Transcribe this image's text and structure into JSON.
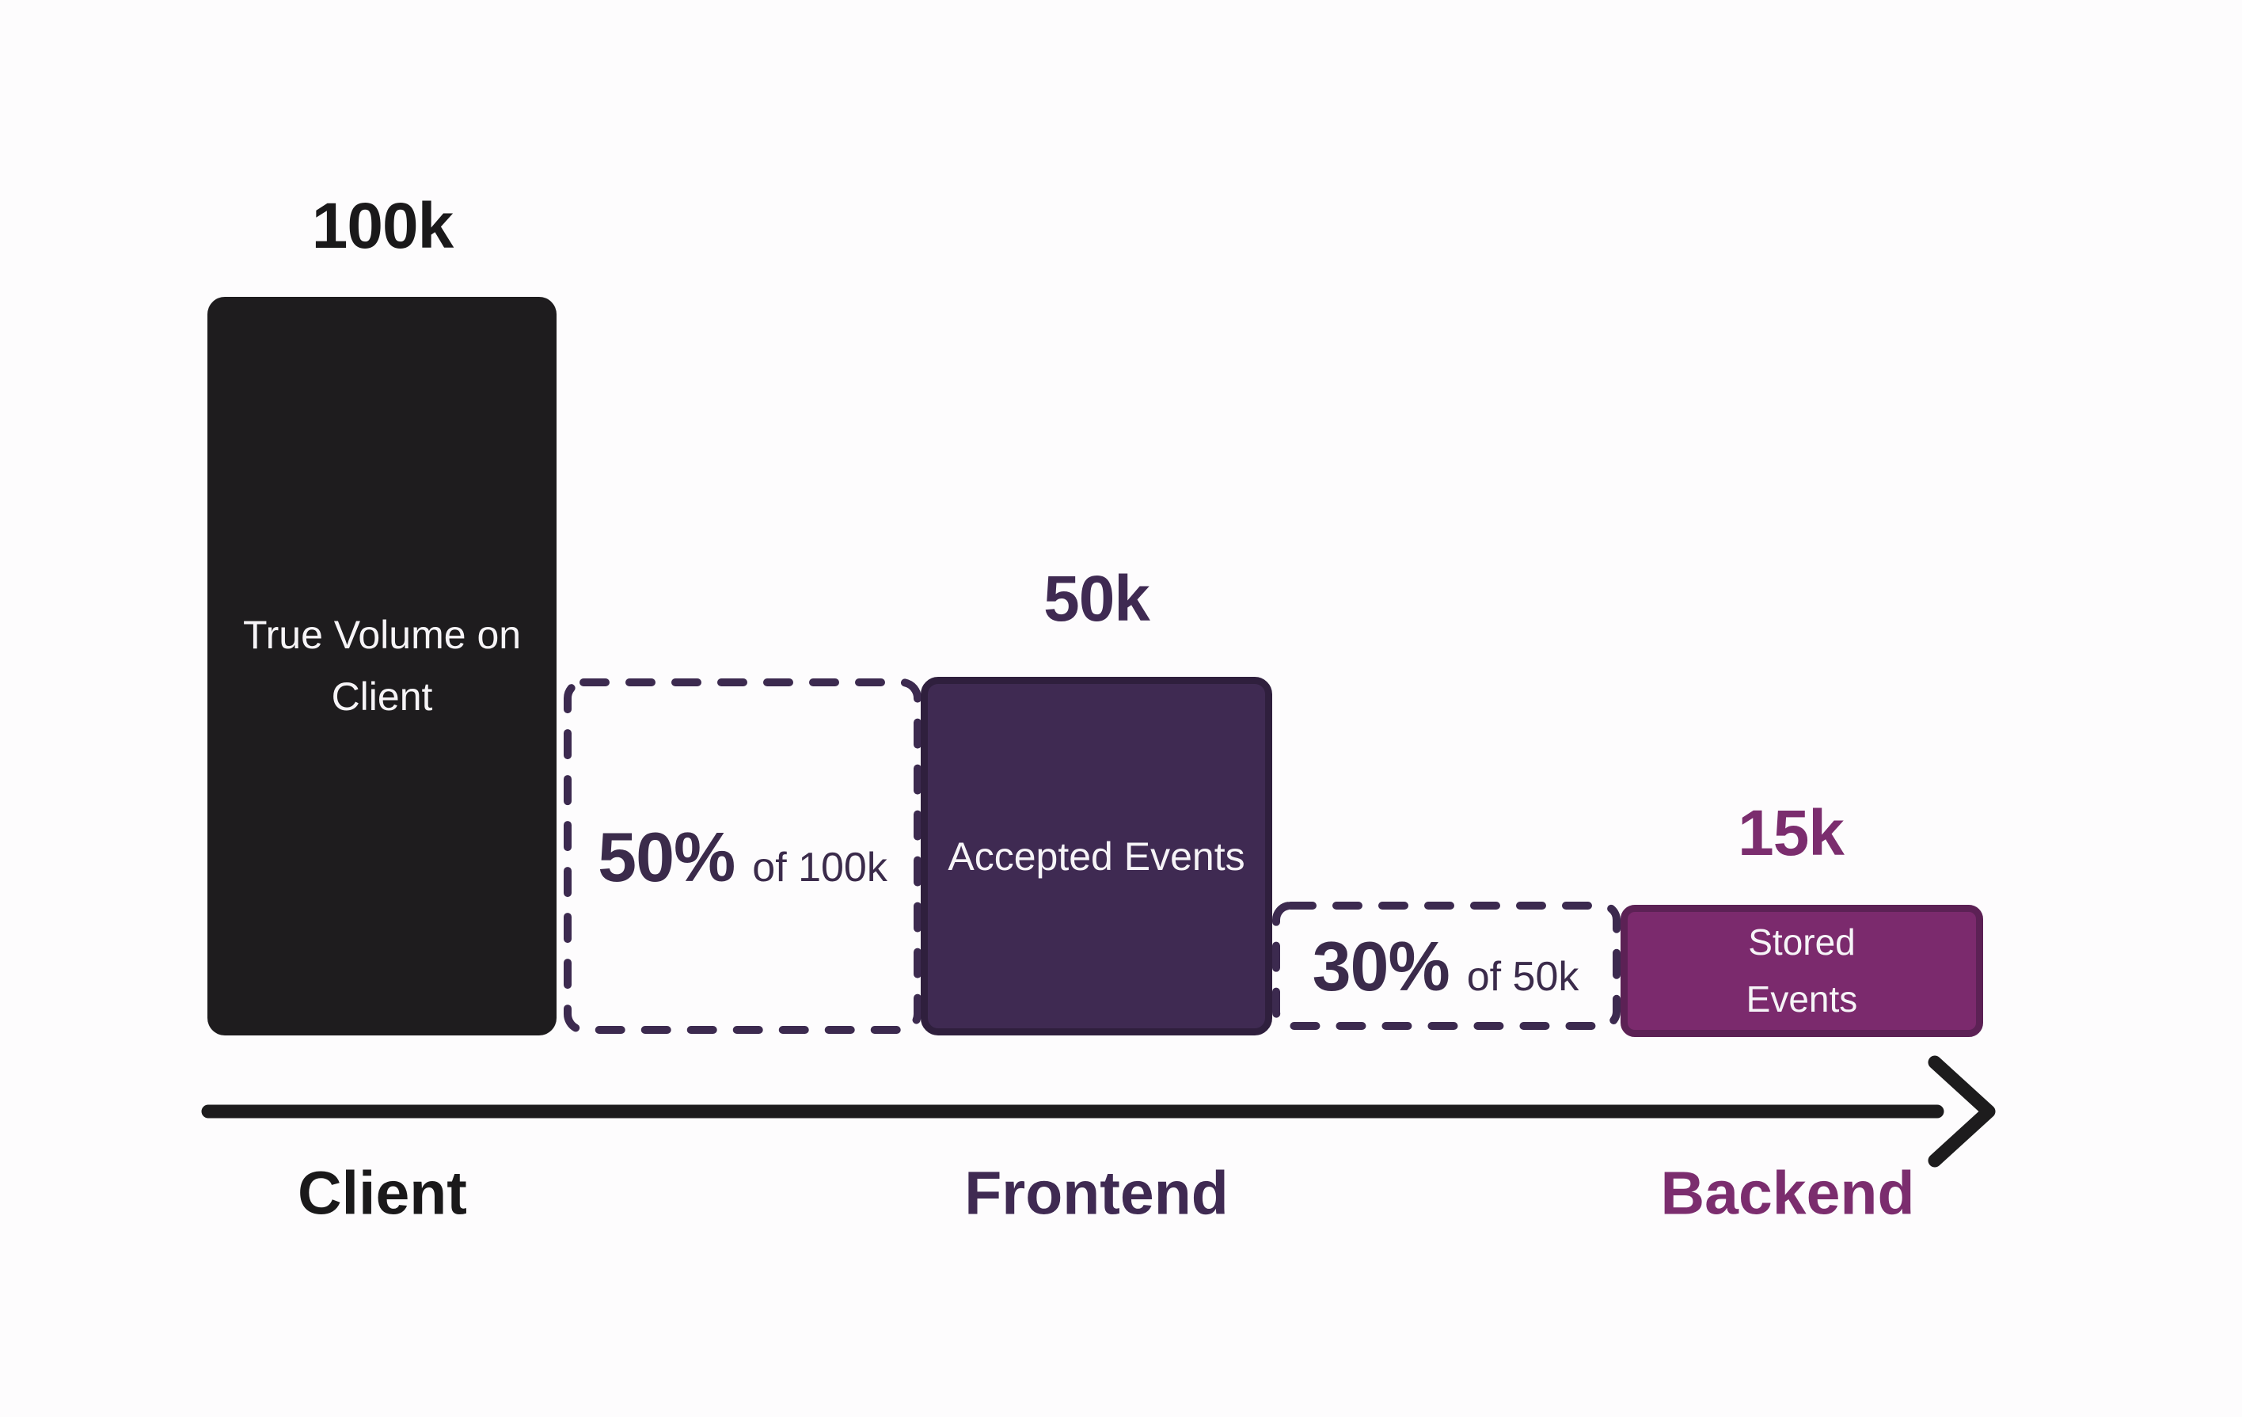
{
  "chart_data": {
    "type": "bar",
    "subtype": "funnel",
    "title": "",
    "categories": [
      "Client",
      "Frontend",
      "Backend"
    ],
    "values": [
      100000,
      50000,
      15000
    ],
    "xlabel": "",
    "ylabel": "",
    "grid": false,
    "legend": "none",
    "stages": [
      {
        "label": "Client",
        "label_color": "#1a191a",
        "value": "100k",
        "value_num": 100000,
        "value_color": "#1a191a",
        "bar_label": "True Volume on Client",
        "bar_color": "#1e1c1e",
        "bar_border": "#1e1c1e"
      },
      {
        "label": "Frontend",
        "label_color": "#3f2a52",
        "value": "50k",
        "value_num": 50000,
        "value_color": "#3f2a52",
        "bar_label": "Accepted Events",
        "bar_color": "#3f2a52",
        "bar_border": "#2f1f3d",
        "drop_pct": "50%",
        "drop_of": "of 100k",
        "drop_pct_num": 50
      },
      {
        "label": "Backend",
        "label_color": "#7b2d6e",
        "value": "15k",
        "value_num": 15000,
        "value_color": "#7b2d6e",
        "bar_label": "Stored Events",
        "bar_color": "#7b2a6d",
        "bar_border": "#5c2155",
        "drop_pct": "30%",
        "drop_of": "of 50k",
        "drop_pct_num": 30
      }
    ],
    "colors": {
      "axis_arrow": "#1d1c1d",
      "dash_outline": "#3c2a4f",
      "drop_text": "#3b2b4b",
      "bar_text": "#f6f4f7",
      "background": "#fdfcfd"
    }
  }
}
